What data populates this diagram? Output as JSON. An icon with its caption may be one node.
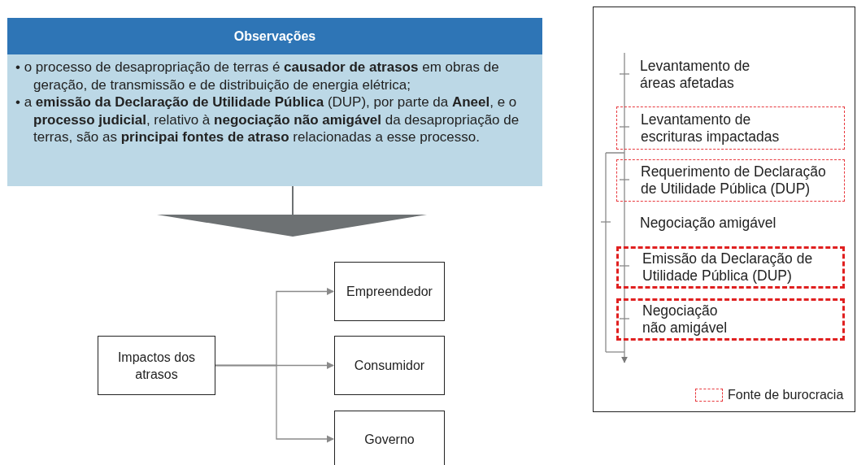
{
  "diagram": {
    "nodes": [
      {
        "text": [
          "Observações",
          "• o processo de desapropriação de terras é **causador de atrasos** em obras de geração, de transmissão e de distribuição de energia elétrica;",
          "• a **emissão da Declaração de Utilidade Pública** (DUP), por parte da **Aneel**, e o **processo judicial**, relativo à **negociação não amigável** da desapropriação de terras, são as **principai fontes de atraso** relacionadas a esse processo."
        ]
      },
      {
        "text": [
          "Impactos dos atrasos"
        ]
      },
      {
        "text": [
          "Empreendedor"
        ]
      },
      {
        "text": [
          "Consumidor"
        ]
      },
      {
        "text": [
          "Governo"
        ]
      },
      {
        "text": [],
        "shape": "box"
      },
      {
        "text": [
          "Levantamento de áreas afetadas"
        ],
        "in": 5
      },
      {
        "text": [
          "Levantamento de escrituras impactadas"
        ],
        "in": 5
      },
      {
        "text": [
          "Requerimento de Declaração de Utilidade Pública (DUP)"
        ],
        "in": 5
      },
      {
        "text": [
          "Negociação amigável"
        ],
        "in": 5
      },
      {
        "text": [
          "Emissão da Declaração de Utilidade Pública (DUP)"
        ],
        "in": 5
      },
      {
        "text": [
          "Negociação não amigável"
        ],
        "in": 5
      }
    ],
    "edges": [
      {
        "from": 0,
        "to": null,
        "arrow": "to"
      },
      {
        "from": 1,
        "to": 2,
        "arrow": "to"
      },
      {
        "from": 1,
        "to": 3,
        "arrow": "to"
      },
      {
        "from": 1,
        "to": 4,
        "arrow": "to"
      }
    ],
    "legend": [
      {
        "text": "Fonte de burocracia"
      }
    ]
  }
}
